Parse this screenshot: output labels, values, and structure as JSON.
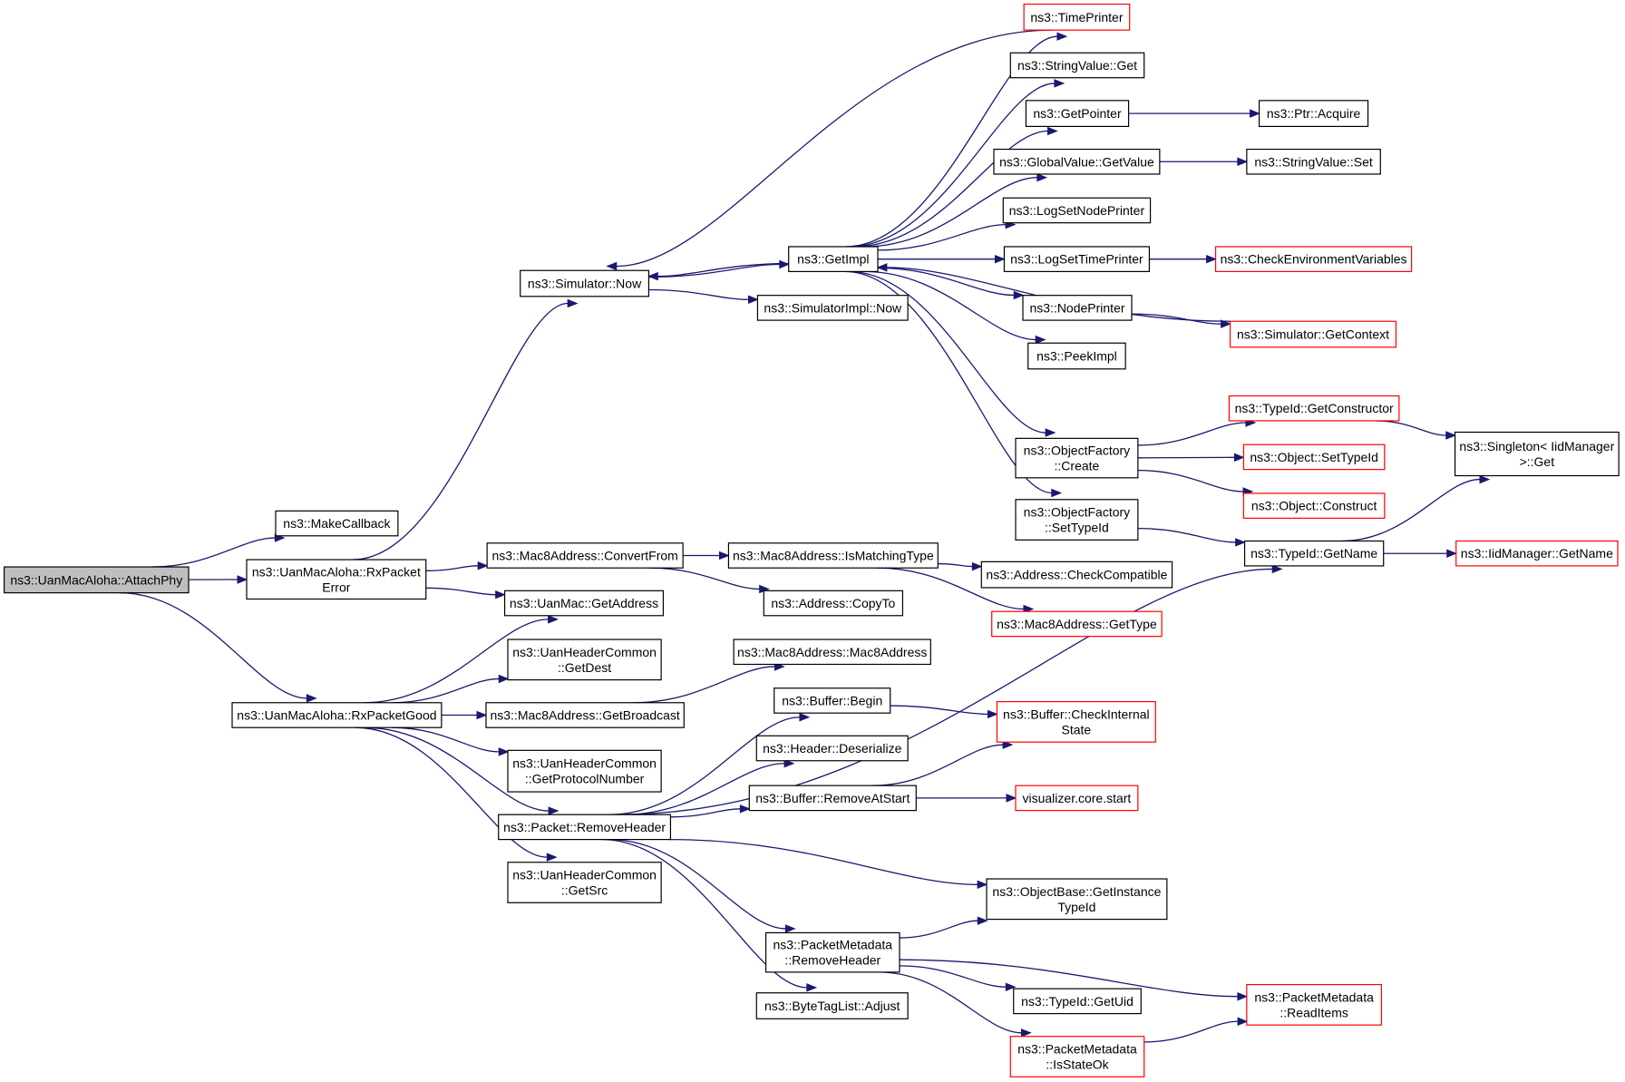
{
  "nodes": [
    {
      "id": "attachphy",
      "lines": [
        "ns3::UanMacAloha::AttachPhy"
      ],
      "style": "root"
    },
    {
      "id": "makecallback",
      "lines": [
        "ns3::MakeCallback"
      ],
      "style": "black"
    },
    {
      "id": "rxpacketerror",
      "lines": [
        "ns3::UanMacAloha::RxPacket",
        "Error"
      ],
      "style": "black"
    },
    {
      "id": "rxpacketgood",
      "lines": [
        "ns3::UanMacAloha::RxPacketGood"
      ],
      "style": "black"
    },
    {
      "id": "simnow",
      "lines": [
        "ns3::Simulator::Now"
      ],
      "style": "black"
    },
    {
      "id": "getimpl",
      "lines": [
        "ns3::GetImpl"
      ],
      "style": "black"
    },
    {
      "id": "simimplnow",
      "lines": [
        "ns3::SimulatorImpl::Now"
      ],
      "style": "black"
    },
    {
      "id": "timeprinter",
      "lines": [
        "ns3::TimePrinter"
      ],
      "style": "red"
    },
    {
      "id": "stringvalueget",
      "lines": [
        "ns3::StringValue::Get"
      ],
      "style": "black"
    },
    {
      "id": "getpointer",
      "lines": [
        "ns3::GetPointer"
      ],
      "style": "black"
    },
    {
      "id": "ptracquire",
      "lines": [
        "ns3::Ptr::Acquire"
      ],
      "style": "black"
    },
    {
      "id": "globalvaluegetvalue",
      "lines": [
        "ns3::GlobalValue::GetValue"
      ],
      "style": "black"
    },
    {
      "id": "stringvalueset",
      "lines": [
        "ns3::StringValue::Set"
      ],
      "style": "black"
    },
    {
      "id": "logsetnodeprinter",
      "lines": [
        "ns3::LogSetNodePrinter"
      ],
      "style": "black"
    },
    {
      "id": "logsettimeprinter",
      "lines": [
        "ns3::LogSetTimePrinter"
      ],
      "style": "black"
    },
    {
      "id": "checkenv",
      "lines": [
        "ns3::CheckEnvironmentVariables"
      ],
      "style": "red"
    },
    {
      "id": "nodeprinter",
      "lines": [
        "ns3::NodePrinter"
      ],
      "style": "black"
    },
    {
      "id": "simgetcontext",
      "lines": [
        "ns3::Simulator::GetContext"
      ],
      "style": "red"
    },
    {
      "id": "peekimpl",
      "lines": [
        "ns3::PeekImpl"
      ],
      "style": "black"
    },
    {
      "id": "objfactorycreate",
      "lines": [
        "ns3::ObjectFactory",
        "::Create"
      ],
      "style": "black"
    },
    {
      "id": "typeidgetconstructor",
      "lines": [
        "ns3::TypeId::GetConstructor"
      ],
      "style": "red"
    },
    {
      "id": "singletonget",
      "lines": [
        "ns3::Singleton< IidManager",
        ">::Get"
      ],
      "style": "black"
    },
    {
      "id": "objectsettypeid",
      "lines": [
        "ns3::Object::SetTypeId"
      ],
      "style": "red"
    },
    {
      "id": "objectconstruct",
      "lines": [
        "ns3::Object::Construct"
      ],
      "style": "red"
    },
    {
      "id": "objfactorysettypeid",
      "lines": [
        "ns3::ObjectFactory",
        "::SetTypeId"
      ],
      "style": "black"
    },
    {
      "id": "typeidgetname",
      "lines": [
        "ns3::TypeId::GetName"
      ],
      "style": "black"
    },
    {
      "id": "iidmanagergetname",
      "lines": [
        "ns3::IidManager::GetName"
      ],
      "style": "red"
    },
    {
      "id": "mac8convertfrom",
      "lines": [
        "ns3::Mac8Address::ConvertFrom"
      ],
      "style": "black"
    },
    {
      "id": "mac8ismatchingtype",
      "lines": [
        "ns3::Mac8Address::IsMatchingType"
      ],
      "style": "black"
    },
    {
      "id": "addresscheckcompatible",
      "lines": [
        "ns3::Address::CheckCompatible"
      ],
      "style": "black"
    },
    {
      "id": "mac8gettype",
      "lines": [
        "ns3::Mac8Address::GetType"
      ],
      "style": "red"
    },
    {
      "id": "addresscopyto",
      "lines": [
        "ns3::Address::CopyTo"
      ],
      "style": "black"
    },
    {
      "id": "uanmacgetaddress",
      "lines": [
        "ns3::UanMac::GetAddress"
      ],
      "style": "black"
    },
    {
      "id": "uanhdrgetdest",
      "lines": [
        "ns3::UanHeaderCommon",
        "::GetDest"
      ],
      "style": "black"
    },
    {
      "id": "mac8mac8address",
      "lines": [
        "ns3::Mac8Address::Mac8Address"
      ],
      "style": "black"
    },
    {
      "id": "mac8getbroadcast",
      "lines": [
        "ns3::Mac8Address::GetBroadcast"
      ],
      "style": "black"
    },
    {
      "id": "uanhdrgetprotocol",
      "lines": [
        "ns3::UanHeaderCommon",
        "::GetProtocolNumber"
      ],
      "style": "black"
    },
    {
      "id": "packetremoveheader",
      "lines": [
        "ns3::Packet::RemoveHeader"
      ],
      "style": "black"
    },
    {
      "id": "uanhdrgetsrc",
      "lines": [
        "ns3::UanHeaderCommon",
        "::GetSrc"
      ],
      "style": "black"
    },
    {
      "id": "bufferbegin",
      "lines": [
        "ns3::Buffer::Begin"
      ],
      "style": "black"
    },
    {
      "id": "bufferchecninternal",
      "lines": [
        "ns3::Buffer::CheckInternal",
        "State"
      ],
      "style": "red"
    },
    {
      "id": "headerdeserialize",
      "lines": [
        "ns3::Header::Deserialize"
      ],
      "style": "black"
    },
    {
      "id": "bufferremoveatstart",
      "lines": [
        "ns3::Buffer::RemoveAtStart"
      ],
      "style": "black"
    },
    {
      "id": "visualizerstart",
      "lines": [
        "visualizer.core.start"
      ],
      "style": "red"
    },
    {
      "id": "objectbasegetinstance",
      "lines": [
        "ns3::ObjectBase::GetInstance",
        "TypeId"
      ],
      "style": "black"
    },
    {
      "id": "pktmetaremoveheader",
      "lines": [
        "ns3::PacketMetadata",
        "::RemoveHeader"
      ],
      "style": "black"
    },
    {
      "id": "typeidgetuid",
      "lines": [
        "ns3::TypeId::GetUid"
      ],
      "style": "black"
    },
    {
      "id": "pktmetareaditems",
      "lines": [
        "ns3::PacketMetadata",
        "::ReadItems"
      ],
      "style": "red"
    },
    {
      "id": "pktmetaisstateok",
      "lines": [
        "ns3::PacketMetadata",
        "::IsStateOk"
      ],
      "style": "red"
    },
    {
      "id": "bytetaglistadjust",
      "lines": [
        "ns3::ByteTagList::Adjust"
      ],
      "style": "black"
    }
  ],
  "edges": [
    [
      "attachphy",
      "makecallback"
    ],
    [
      "attachphy",
      "rxpacketerror"
    ],
    [
      "attachphy",
      "rxpacketgood"
    ],
    [
      "rxpacketerror",
      "simnow"
    ],
    [
      "rxpacketerror",
      "mac8convertfrom"
    ],
    [
      "rxpacketerror",
      "uanmacgetaddress"
    ],
    [
      "rxpacketgood",
      "uanmacgetaddress"
    ],
    [
      "rxpacketgood",
      "uanhdrgetdest"
    ],
    [
      "rxpacketgood",
      "mac8getbroadcast"
    ],
    [
      "rxpacketgood",
      "uanhdrgetprotocol"
    ],
    [
      "rxpacketgood",
      "packetremoveheader"
    ],
    [
      "rxpacketgood",
      "uanhdrgetsrc"
    ],
    [
      "simnow",
      "getimpl"
    ],
    [
      "simnow",
      "simimplnow"
    ],
    [
      "getimpl",
      "simnow"
    ],
    [
      "getimpl",
      "timeprinter"
    ],
    [
      "getimpl",
      "stringvalueget"
    ],
    [
      "getimpl",
      "getpointer"
    ],
    [
      "getimpl",
      "globalvaluegetvalue"
    ],
    [
      "getimpl",
      "logsetnodeprinter"
    ],
    [
      "getimpl",
      "logsettimeprinter"
    ],
    [
      "getimpl",
      "nodeprinter"
    ],
    [
      "getimpl",
      "peekimpl"
    ],
    [
      "getimpl",
      "objfactorycreate"
    ],
    [
      "getimpl",
      "objfactorysettypeid"
    ],
    [
      "timeprinter",
      "simnow"
    ],
    [
      "simgetcontext",
      "getimpl"
    ],
    [
      "getpointer",
      "ptracquire"
    ],
    [
      "globalvaluegetvalue",
      "stringvalueset"
    ],
    [
      "logsettimeprinter",
      "checkenv"
    ],
    [
      "nodeprinter",
      "simgetcontext"
    ],
    [
      "objfactorycreate",
      "typeidgetconstructor"
    ],
    [
      "objfactorycreate",
      "objectsettypeid"
    ],
    [
      "objfactorycreate",
      "objectconstruct"
    ],
    [
      "typeidgetconstructor",
      "singletonget"
    ],
    [
      "objfactorysettypeid",
      "typeidgetname"
    ],
    [
      "typeidgetname",
      "singletonget"
    ],
    [
      "typeidgetname",
      "iidmanagergetname"
    ],
    [
      "mac8convertfrom",
      "mac8ismatchingtype"
    ],
    [
      "mac8convertfrom",
      "addresscopyto"
    ],
    [
      "mac8ismatchingtype",
      "addresscheckcompatible"
    ],
    [
      "mac8ismatchingtype",
      "mac8gettype"
    ],
    [
      "mac8getbroadcast",
      "mac8mac8address"
    ],
    [
      "packetremoveheader",
      "bufferbegin"
    ],
    [
      "packetremoveheader",
      "headerdeserialize"
    ],
    [
      "packetremoveheader",
      "bufferremoveatstart"
    ],
    [
      "packetremoveheader",
      "typeidgetname"
    ],
    [
      "packetremoveheader",
      "objectbasegetinstance"
    ],
    [
      "packetremoveheader",
      "pktmetaremoveheader"
    ],
    [
      "packetremoveheader",
      "bytetaglistadjust"
    ],
    [
      "bufferbegin",
      "bufferchecninternal"
    ],
    [
      "bufferremoveatstart",
      "bufferchecninternal"
    ],
    [
      "bufferremoveatstart",
      "visualizerstart"
    ],
    [
      "pktmetaremoveheader",
      "objectbasegetinstance"
    ],
    [
      "pktmetaremoveheader",
      "typeidgetuid"
    ],
    [
      "pktmetaremoveheader",
      "pktmetareaditems"
    ],
    [
      "pktmetaremoveheader",
      "pktmetaisstateok"
    ],
    [
      "pktmetaisstateok",
      "pktmetareaditems"
    ]
  ],
  "colors": {
    "edge": "#191970",
    "node_border": "#000000",
    "node_border_external": "#ff0000",
    "root_fill": "#bfbfbf"
  }
}
